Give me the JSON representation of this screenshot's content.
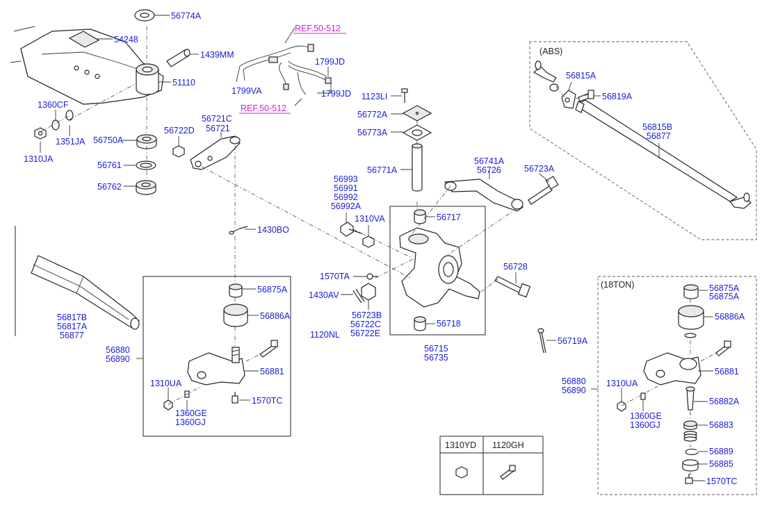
{
  "colors": {
    "label": "#1a1adb",
    "ref": "#d21fd2"
  },
  "notes": {
    "abs": "(ABS)",
    "ton18": "(18TON)"
  },
  "refs": {
    "top": "REF.50-512",
    "bottom": "REF.50-512"
  },
  "labels": {
    "p56774A": "56774A",
    "p54248": "54248",
    "p1439MM": "1439MM",
    "p51110": "51110",
    "p1360CF": "1360CF",
    "p1351JA": "1351JA",
    "p1310JA": "1310JA",
    "p56750A": "56750A",
    "p56761": "56761",
    "p56762": "56762",
    "p56722D": "56722D",
    "p56721C": "56721C",
    "p56721": "56721",
    "p1799VA": "1799VA",
    "p1799JD_a": "1799JD",
    "p1799JD_b": "1799JD",
    "p1123LI": "1123LI",
    "p56772A": "56772A",
    "p56773A": "56773A",
    "p56771A": "56771A",
    "p56741A": "56741A",
    "p56726": "56726",
    "p56723A": "56723A",
    "p56993": "56993",
    "p56991": "56991",
    "p56992": "56992",
    "p56992A": "56992A",
    "p1310VA": "1310VA",
    "p56717": "56717",
    "p1430BO": "1430BO",
    "p1570TA": "1570TA",
    "p1430AV": "1430AV",
    "p56723B": "56723B",
    "p56722C": "56722C",
    "p56722E": "56722E",
    "p56718": "56718",
    "p1120NL": "1120NL",
    "p56715": "56715",
    "p56735": "56735",
    "p56728": "56728",
    "p56719A": "56719A",
    "p56817B": "56817B",
    "p56817A": "56817A",
    "p56877_l": "56877",
    "p56880_l": "56880",
    "p56890_l": "56890",
    "p56875A_l": "56875A",
    "p56886A_l": "56886A",
    "p56881_l": "56881",
    "p1310UA_l": "1310UA",
    "p1360GE_l": "1360GE",
    "p1360GJ_l": "1360GJ",
    "p1570TC_l": "1570TC",
    "p56815A": "56815A",
    "p56819A": "56819A",
    "p56815B": "56815B",
    "p56877_r": "56877",
    "p56875A_r1": "56875A",
    "p56875A_r2": "56875A",
    "p56886A_r": "56886A",
    "p56881_r": "56881",
    "p56880_r": "56880",
    "p56890_r": "56890",
    "p1310UA_r": "1310UA",
    "p56882A": "56882A",
    "p1360GE_r": "1360GE",
    "p1360GJ_r": "1360GJ",
    "p56883": "56883",
    "p56889": "56889",
    "p56885": "56885",
    "p1570TC_r": "1570TC"
  },
  "legend_table": {
    "col1": "1310YD",
    "col2": "1120GH"
  }
}
